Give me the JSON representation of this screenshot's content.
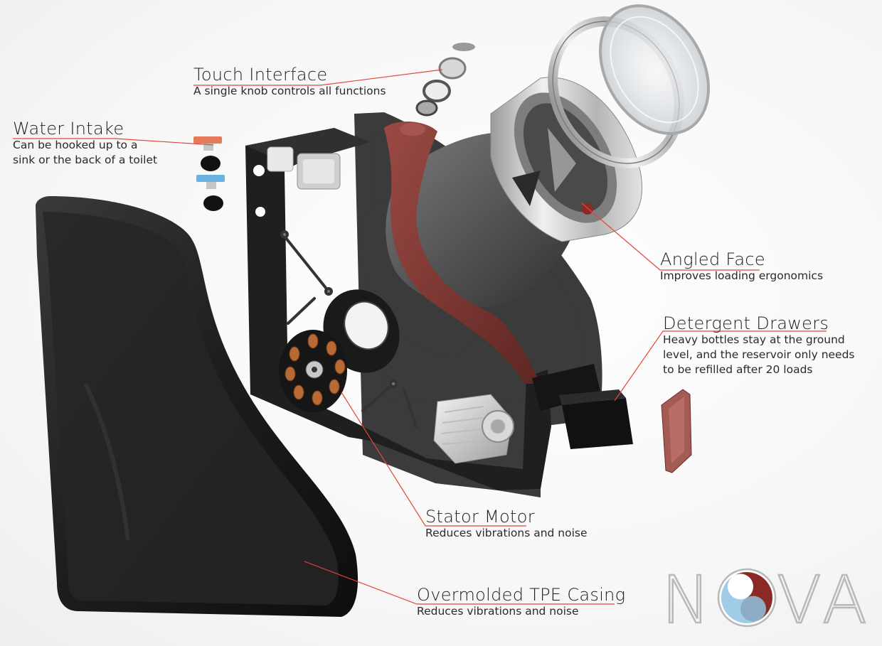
{
  "callouts": {
    "touch_interface": {
      "title": "Touch Interface",
      "desc_lines": [
        "A single knob controls all functions"
      ]
    },
    "water_intake": {
      "title": "Water Intake",
      "desc_lines": [
        "Can be hooked up to a",
        "sink or the back of a toilet"
      ]
    },
    "angled_face": {
      "title": "Angled Face",
      "desc_lines": [
        "Improves loading ergonomics"
      ]
    },
    "detergent_drawers": {
      "title": "Detergent Drawers",
      "desc_lines": [
        "Heavy bottles stay at the ground",
        "level, and the reservoir only needs",
        "to be refilled after 20 loads"
      ]
    },
    "stator_motor": {
      "title": "Stator Motor",
      "desc_lines": [
        "Reduces vibrations and noise"
      ]
    },
    "tpe_casing": {
      "title": "Overmolded TPE Casing",
      "desc_lines": [
        "Reduces vibrations and noise"
      ]
    }
  },
  "logo": {
    "letters": [
      "N",
      "V",
      "A"
    ],
    "symbol": "yin-yang-o",
    "colors": {
      "outline": "#b9b9b9",
      "red": "#8b2a24",
      "blue": "#8fc3e4"
    }
  },
  "colors": {
    "leader_line": "#e0483a",
    "casing": "#1f1f1f",
    "frame": "#262626",
    "accent_band": "#7a3530",
    "drum_steel": "#c9c9c9",
    "tub_gray": "#5d5d5d"
  }
}
